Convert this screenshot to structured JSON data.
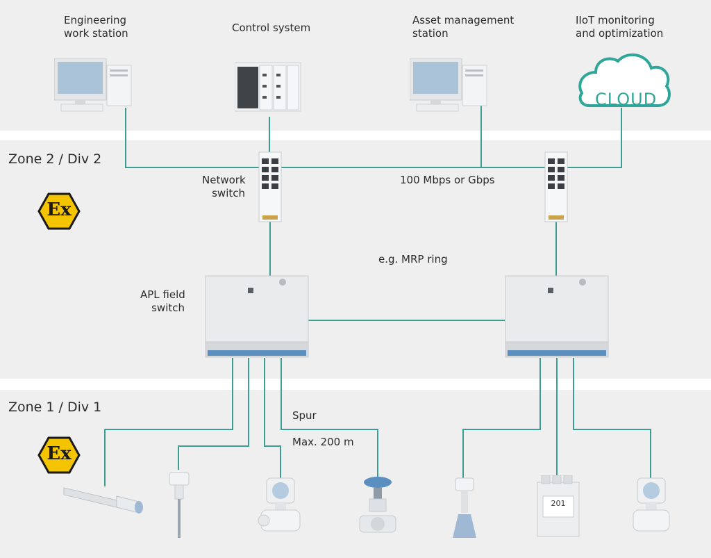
{
  "top_labels": {
    "engineering": [
      "Engineering",
      "work station"
    ],
    "control": "Control system",
    "asset": [
      "Asset management",
      "station"
    ],
    "iiot": [
      "IIoT monitoring",
      "and optimization"
    ]
  },
  "cloud_text": "CLOUD",
  "zone2": "Zone 2 / Div 2",
  "zone1": "Zone 1 / Div 1",
  "ex_symbol": "Ex",
  "network_switch": [
    "Network",
    "switch"
  ],
  "bandwidth": "100 Mbps or Gbps",
  "ring": "e.g. MRP ring",
  "apl_switch": [
    "APL field",
    "switch"
  ],
  "spur": "Spur",
  "max_length": "Max. 200 m",
  "display_reading": "201",
  "colors": {
    "wire": "#3a9e93",
    "band": "#efefef",
    "ex_yellow": "#f5c400",
    "cloud": "#2fa69a"
  }
}
